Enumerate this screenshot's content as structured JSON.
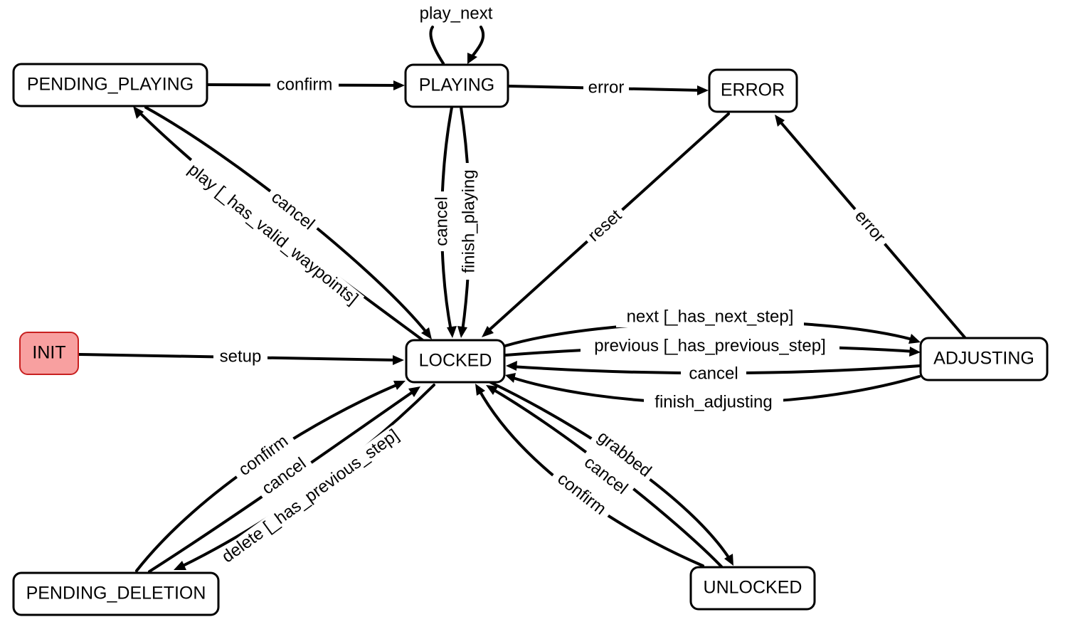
{
  "diagram": {
    "type": "state-machine",
    "initial_state": "INIT",
    "colors": {
      "initial_fill": "#f8a0a0",
      "initial_stroke": "#c82020",
      "node_fill": "#ffffff",
      "stroke": "#000000"
    },
    "states": {
      "init": "INIT",
      "locked": "LOCKED",
      "pending_playing": "PENDING_PLAYING",
      "playing": "PLAYING",
      "error": "ERROR",
      "adjusting": "ADJUSTING",
      "pending_deletion": "PENDING_DELETION",
      "unlocked": "UNLOCKED"
    },
    "transitions": {
      "play_next": {
        "label": "play_next",
        "from": "PLAYING",
        "to": "PLAYING"
      },
      "confirm_pp": {
        "label": "confirm",
        "from": "PENDING_PLAYING",
        "to": "PLAYING"
      },
      "error_p": {
        "label": "error",
        "from": "PLAYING",
        "to": "ERROR"
      },
      "play": {
        "label": "play [_has_valid_waypoints]",
        "from": "LOCKED",
        "to": "PENDING_PLAYING"
      },
      "cancel_pp": {
        "label": "cancel",
        "from": "PENDING_PLAYING",
        "to": "LOCKED"
      },
      "cancel_p": {
        "label": "cancel",
        "from": "PLAYING",
        "to": "LOCKED"
      },
      "finish_playing": {
        "label": "finish_playing",
        "from": "PLAYING",
        "to": "LOCKED"
      },
      "reset": {
        "label": "reset",
        "from": "ERROR",
        "to": "LOCKED"
      },
      "error_a": {
        "label": "error",
        "from": "ADJUSTING",
        "to": "ERROR"
      },
      "setup": {
        "label": "setup",
        "from": "INIT",
        "to": "LOCKED"
      },
      "next": {
        "label": "next [_has_next_step]",
        "from": "LOCKED",
        "to": "ADJUSTING"
      },
      "previous": {
        "label": "previous [_has_previous_step]",
        "from": "LOCKED",
        "to": "ADJUSTING"
      },
      "cancel_a": {
        "label": "cancel",
        "from": "ADJUSTING",
        "to": "LOCKED"
      },
      "finish_adjusting": {
        "label": "finish_adjusting",
        "from": "ADJUSTING",
        "to": "LOCKED"
      },
      "confirm_pd": {
        "label": "confirm",
        "from": "PENDING_DELETION",
        "to": "LOCKED"
      },
      "cancel_pd": {
        "label": "cancel",
        "from": "PENDING_DELETION",
        "to": "LOCKED"
      },
      "delete": {
        "label": "delete [_has_previous_step]",
        "from": "LOCKED",
        "to": "PENDING_DELETION"
      },
      "grabbed": {
        "label": "grabbed",
        "from": "LOCKED",
        "to": "UNLOCKED"
      },
      "cancel_u": {
        "label": "cancel",
        "from": "UNLOCKED",
        "to": "LOCKED"
      },
      "confirm_u": {
        "label": "confirm",
        "from": "UNLOCKED",
        "to": "LOCKED"
      }
    }
  }
}
